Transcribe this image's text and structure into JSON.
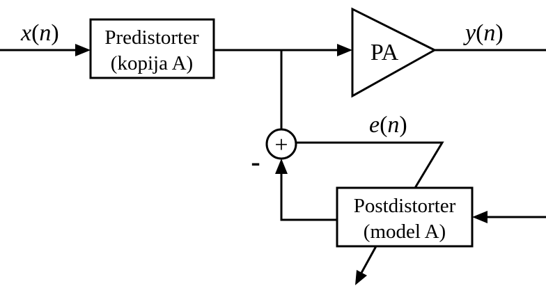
{
  "signals": {
    "input_var": "x",
    "input_arg": "n",
    "output_var": "y",
    "output_arg": "n",
    "error_var": "e",
    "error_arg": "n"
  },
  "blocks": {
    "predistorter": {
      "line1": "Predistorter",
      "line2": "(kopija A)"
    },
    "amplifier": {
      "label": "PA"
    },
    "postdistorter": {
      "line1": "Postdistorter",
      "line2": "(model A)"
    }
  },
  "summer": {
    "symbol": "+",
    "negative_sign": "-"
  },
  "colors": {
    "stroke": "#000000",
    "background": "#ffffff"
  }
}
